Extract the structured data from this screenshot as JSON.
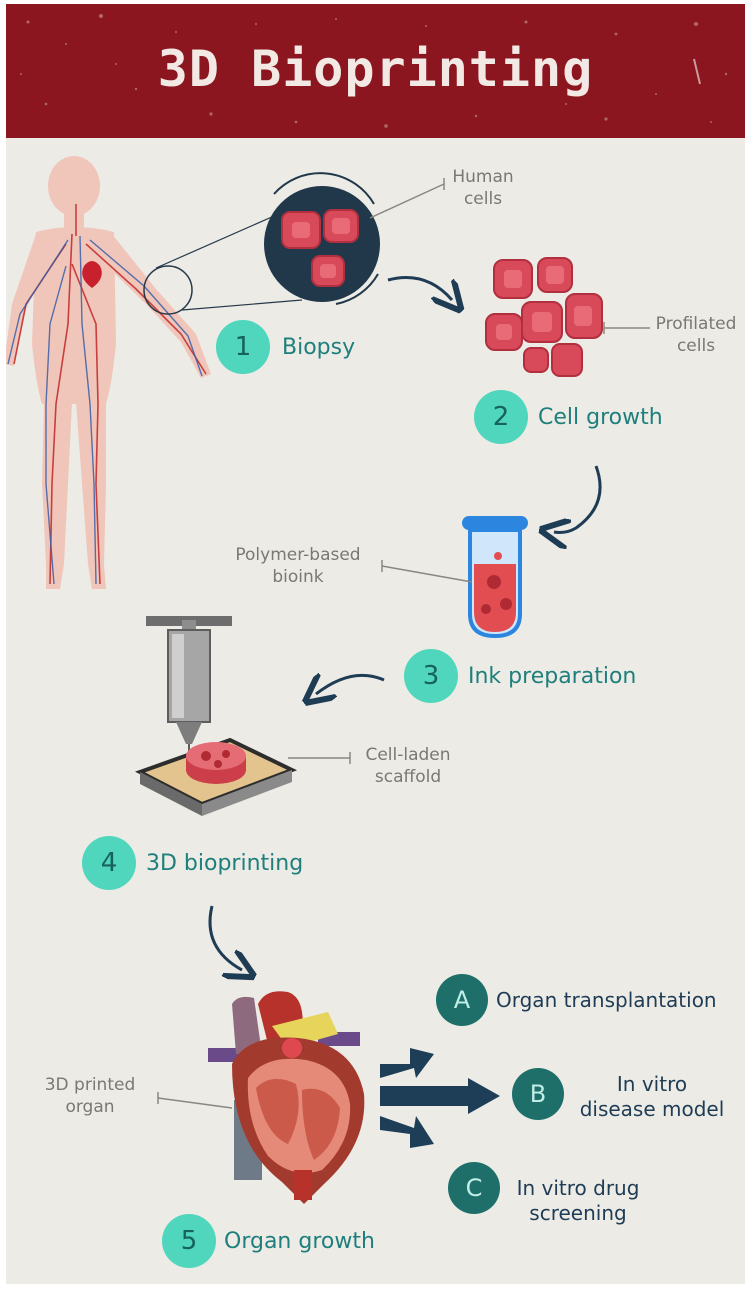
{
  "title": "3D Bioprinting",
  "steps": [
    {
      "number": "1",
      "label": "Biopsy"
    },
    {
      "number": "2",
      "label": "Cell growth"
    },
    {
      "number": "3",
      "label": "Ink preparation"
    },
    {
      "number": "4",
      "label": "3D bioprinting"
    },
    {
      "number": "5",
      "label": "Organ growth"
    }
  ],
  "annotations": {
    "human_cells": [
      "Human",
      "cells"
    ],
    "profilated_cells": [
      "Profilated",
      "cells"
    ],
    "bioink": [
      "Polymer-based",
      "bioink"
    ],
    "scaffold": [
      "Cell-laden",
      "scaffold"
    ],
    "organ": [
      "3D printed",
      "organ"
    ]
  },
  "outcomes": [
    {
      "letter": "A",
      "lines": [
        "Organ transplantation"
      ]
    },
    {
      "letter": "B",
      "lines": [
        "In vitro",
        "disease model"
      ]
    },
    {
      "letter": "C",
      "lines": [
        "In vitro drug",
        "screening"
      ]
    }
  ],
  "colors": {
    "banner": "#8c1620",
    "background": "#ecebe6",
    "step_badge": "#4fd6bd",
    "step_text": "#1f7f7c",
    "outcome_badge": "#1e6f6a",
    "arrow": "#1f3c55",
    "cell": "#d8495a"
  }
}
